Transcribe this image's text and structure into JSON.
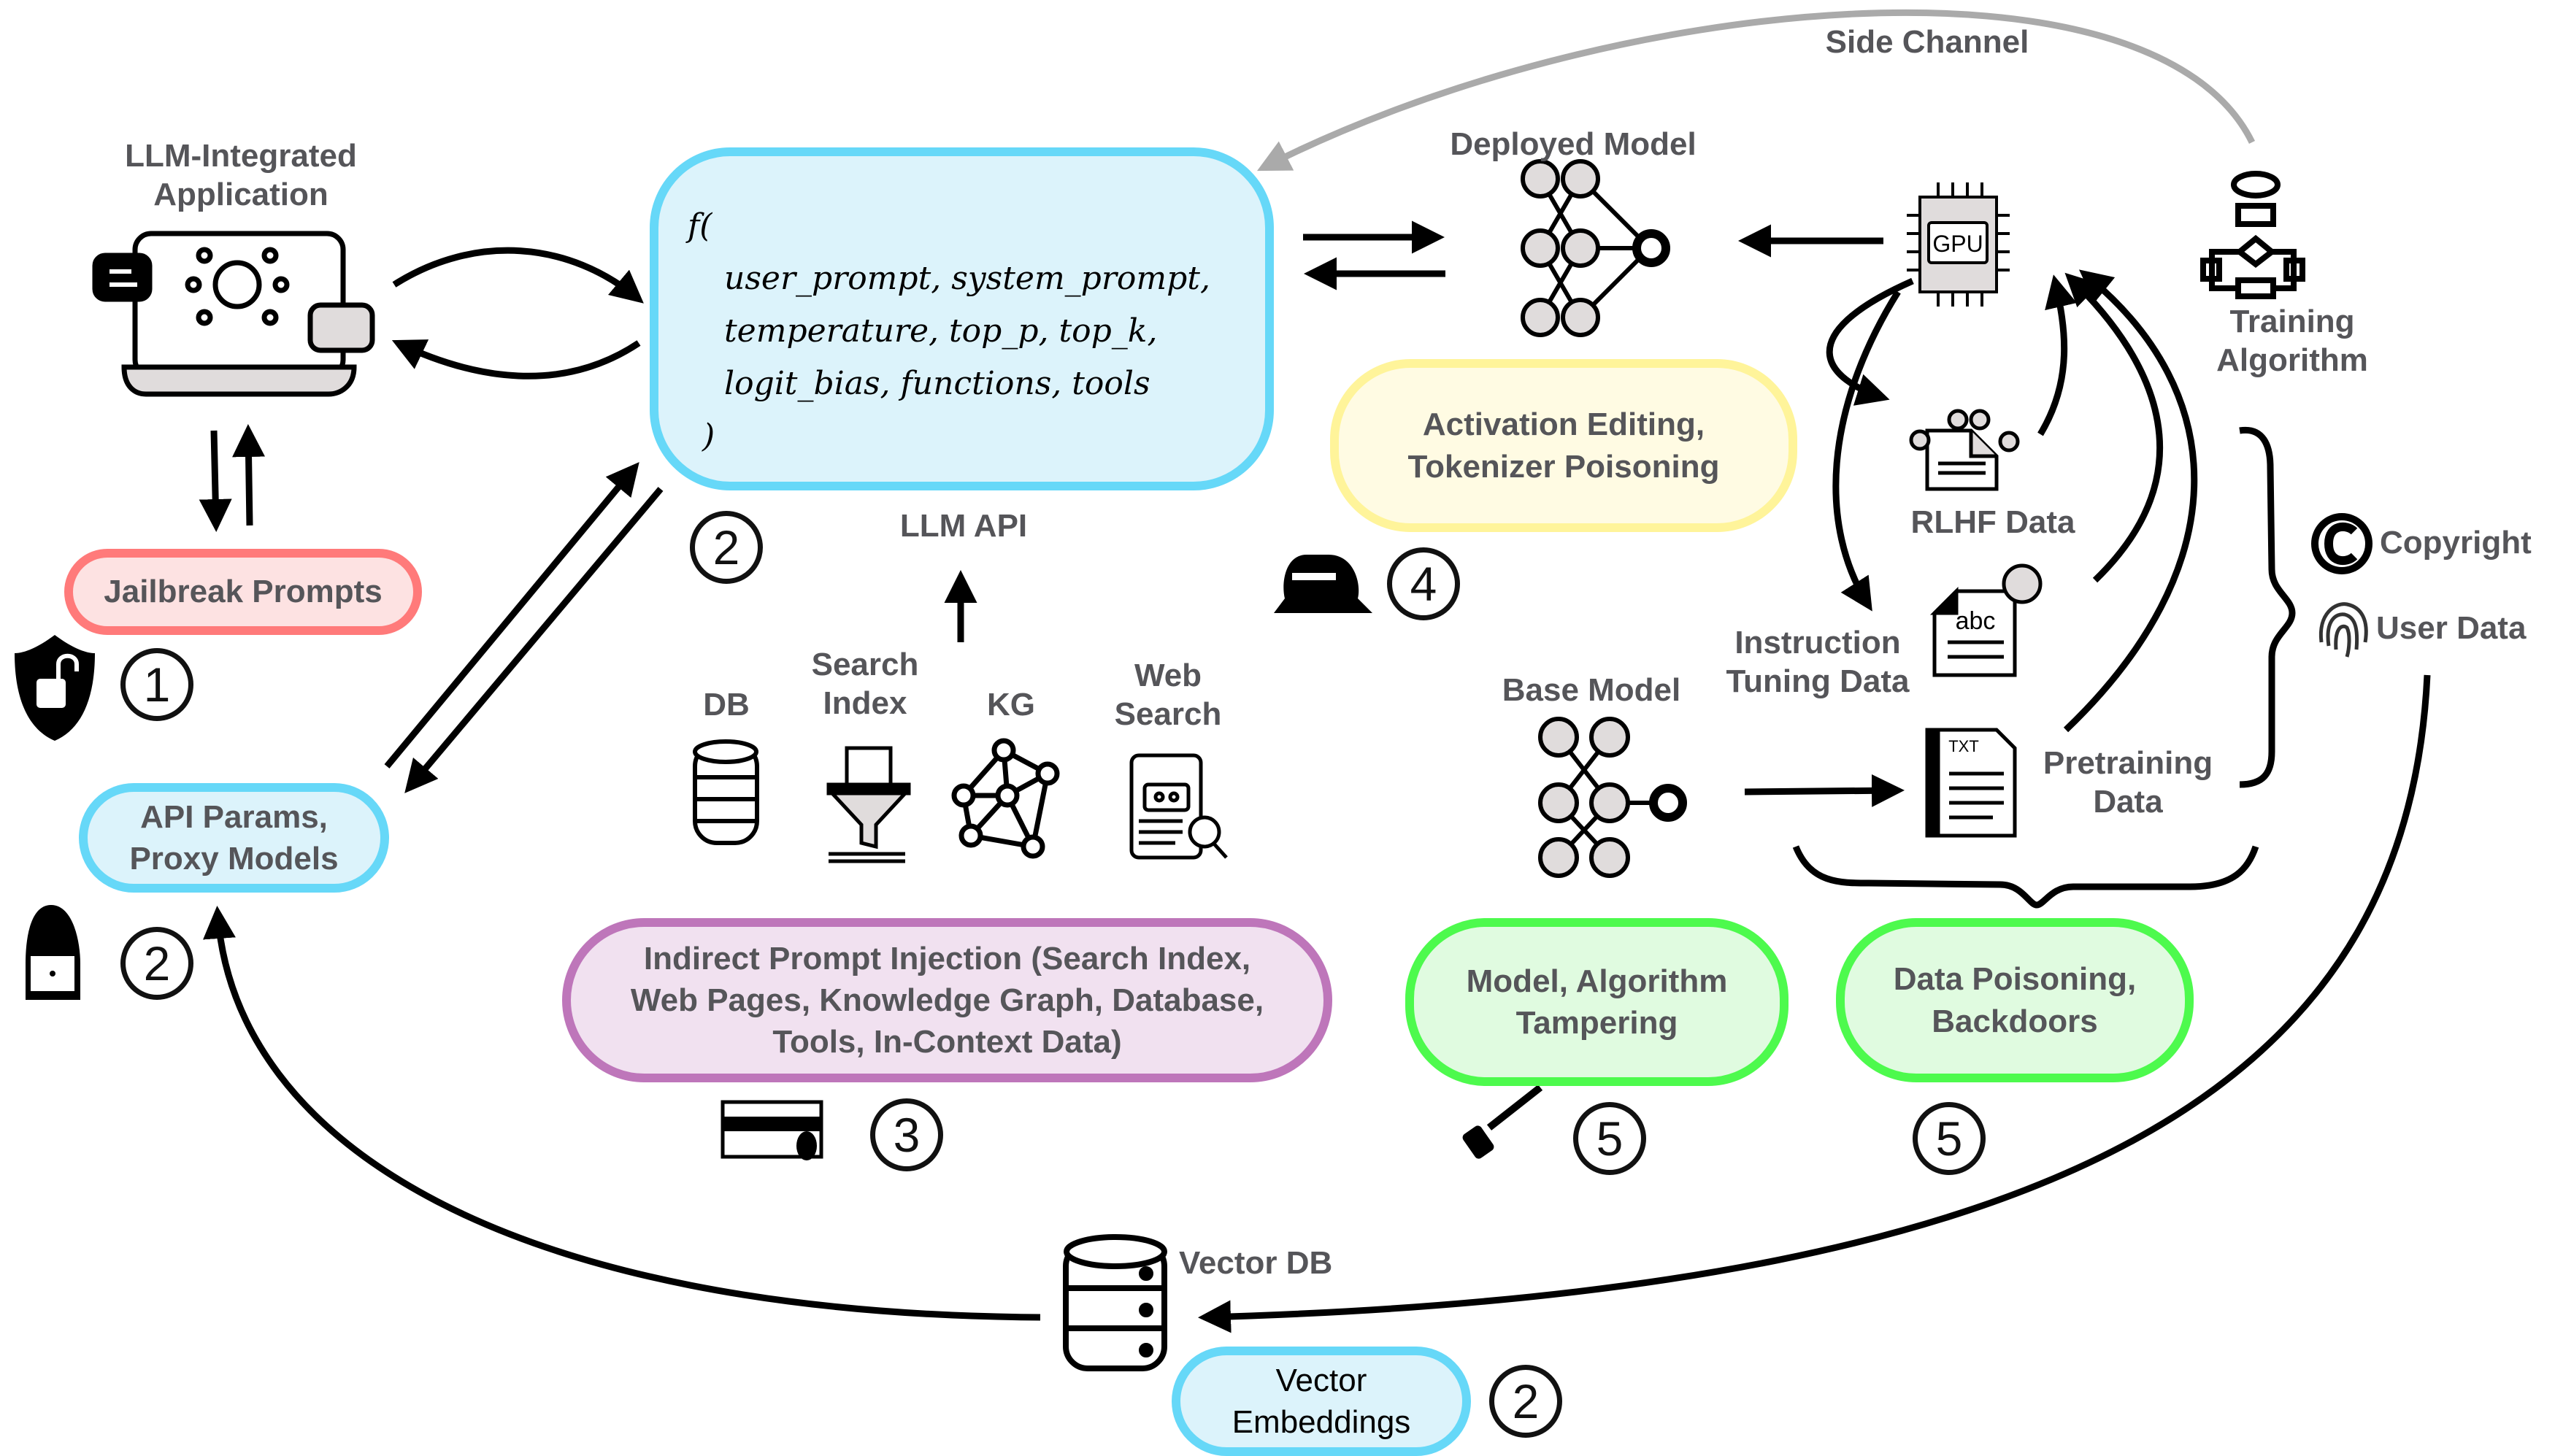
{
  "title": "LLM attack surface diagram",
  "app": {
    "label": "LLM-Integrated Application",
    "icon": "laptop-brain-chat-icon"
  },
  "llm_api": {
    "label": "LLM API",
    "function_open": "f(",
    "args": [
      "user_prompt, system_prompt,",
      "temperature, top_p, top_k,",
      "logit_bias, functions, tools"
    ],
    "function_close": ")",
    "badge": "2"
  },
  "jailbreak": {
    "label": "Jailbreak Prompts",
    "badge": "1",
    "icon": "shield-unlock-icon"
  },
  "api_params": {
    "label_line1": "API Params,",
    "label_line2": "Proxy Models",
    "badge": "2",
    "icon": "hacker-laptop-icon"
  },
  "sources": [
    {
      "label": "DB",
      "icon": "database-icon"
    },
    {
      "label": "Search Index",
      "icon": "funnel-index-icon"
    },
    {
      "label": "KG",
      "icon": "knowledge-graph-icon"
    },
    {
      "label": "Web Search",
      "icon": "web-search-robot-icon"
    }
  ],
  "indirect": {
    "line1": "Indirect Prompt Injection (Search Index,",
    "line2": "Web Pages, Knowledge Graph, Database,",
    "line3": "Tools, In-Context Data)",
    "badge": "3",
    "icon": "card-bug-icon"
  },
  "deployed_model": {
    "label": "Deployed Model",
    "icon": "neural-network-icon"
  },
  "activation": {
    "line1": "Activation Editing,",
    "line2": "Tokenizer Poisoning",
    "badge": "4",
    "icon": "burglar-icon"
  },
  "side_channel": {
    "label": "Side Channel"
  },
  "gpu": {
    "label": "GPU"
  },
  "training_algorithm": {
    "line1": "Training",
    "line2": "Algorithm",
    "icon": "flowchart-icon"
  },
  "rlhf": {
    "label": "RLHF Data",
    "icon": "rlhf-document-icon"
  },
  "instruction": {
    "line1": "Instruction",
    "line2": "Tuning Data",
    "abc": "abc",
    "icon": "abc-document-icon"
  },
  "pretraining": {
    "line1": "Pretraining",
    "line2": "Data",
    "txt": "TXT",
    "icon": "txt-document-icon"
  },
  "base_model": {
    "label": "Base Model",
    "icon": "neural-network-icon"
  },
  "copyright": {
    "label": "Copyright",
    "icon": "copyright-icon"
  },
  "user_data": {
    "label": "User Data",
    "icon": "fingerprint-icon"
  },
  "model_tampering": {
    "line1": "Model, Algorithm",
    "line2": "Tampering",
    "badge": "5",
    "icon": "key-fob-icon"
  },
  "data_poisoning": {
    "line1": "Data Poisoning,",
    "line2": "Backdoors",
    "badge": "5"
  },
  "vector_db": {
    "label": "Vector DB",
    "icon": "database-icon"
  },
  "vector_embeddings": {
    "line1": "Vector",
    "line2": "Embeddings",
    "badge": "2"
  },
  "colors": {
    "red_border": "#ff7a7a",
    "red_fill": "#fde2e2",
    "blue_border": "#66d8f8",
    "blue_fill": "#dcf3fb",
    "yellow_border": "#fff49a",
    "yellow_fill": "#fffbe3",
    "purple_border": "#be76ba",
    "purple_fill": "#f1e1f0",
    "green_border": "#4dfa4d",
    "green_fill": "#e0fbe0",
    "text": "#555559",
    "side_channel": "#aaaaaa"
  }
}
